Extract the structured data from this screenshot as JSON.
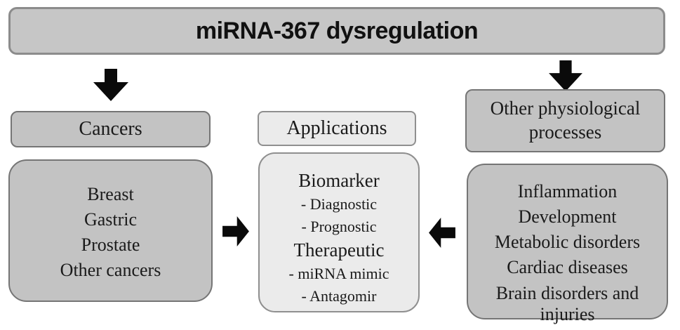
{
  "title": "miRNA-367 dysregulation",
  "columns": {
    "cancers": {
      "header": "Cancers",
      "items": [
        "Breast",
        "Gastric",
        "Prostate",
        "Other cancers"
      ]
    },
    "applications": {
      "header": "Applications",
      "items": [
        {
          "label": "Biomarker",
          "type": "category"
        },
        {
          "label": "- Diagnostic",
          "type": "sub"
        },
        {
          "label": "- Prognostic",
          "type": "sub"
        },
        {
          "label": "Therapeutic",
          "type": "category"
        },
        {
          "label": "- miRNA mimic",
          "type": "sub"
        },
        {
          "label": "- Antagomir",
          "type": "sub"
        }
      ]
    },
    "other_processes": {
      "header": "Other physiological processes",
      "items": [
        "Inflammation",
        "Development",
        "Metabolic disorders",
        "Cardiac diseases",
        "Brain disorders and injuries"
      ]
    }
  },
  "icons": {
    "left_down_arrow": "down-arrow-icon",
    "right_down_arrow": "down-arrow-icon",
    "into_center_from_left": "right-arrow-icon",
    "into_center_from_right": "left-arrow-icon"
  },
  "colors": {
    "title_box_fill": "#c6c6c6",
    "gray_box_fill": "#c3c3c3",
    "light_box_fill": "#ebebeb",
    "box_border": "#757575",
    "arrow_black": "#0a0a0a",
    "text": "#1a1a1a",
    "background": "#ffffff"
  }
}
